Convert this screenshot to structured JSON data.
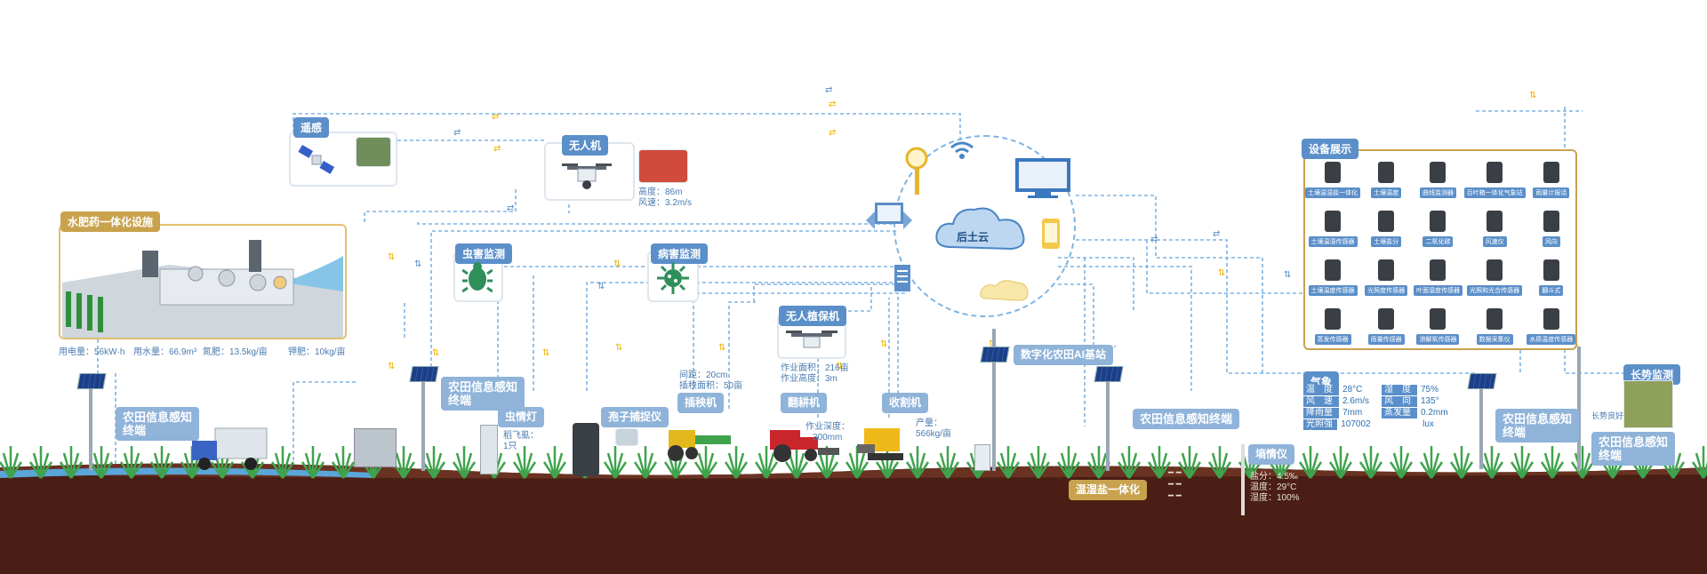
{
  "cloud": {
    "label": "后土云"
  },
  "remote_sensing": {
    "title": "遥感"
  },
  "drone": {
    "title": "无人机",
    "height_label": "高度：",
    "height_value": "86m",
    "wind_label": "风速：",
    "wind_value": "3.2m/s"
  },
  "fertigation": {
    "title": "水肥药一体化设施",
    "stats": [
      {
        "label": "用电量：",
        "value": "56kW·h"
      },
      {
        "label": "用水量：",
        "value": "66.9m³"
      },
      {
        "label": "氮肥：",
        "value": "13.5kg/亩"
      },
      {
        "label": "钾肥：",
        "value": "10kg/亩"
      }
    ]
  },
  "pest_monitor": {
    "title": "虫害监测"
  },
  "disease_monitor": {
    "title": "病害监测"
  },
  "plant_drone": {
    "title": "无人植保机",
    "area_label": "作业面积：",
    "area_value": "216亩",
    "height_label": "作业高度：",
    "height_value": "3m"
  },
  "terminals": {
    "left": "农田信息感知\n终端",
    "mid": "农田信息感知\n终端",
    "center": "农田信息感知终端",
    "right": "农田信息感知\n终端",
    "far_right": "农田信息感知\n终端"
  },
  "insect_lamp": {
    "title": "虫情灯",
    "line1": "稻飞虱：",
    "line2": "1只"
  },
  "spore_trap": {
    "title": "孢子捕捉仪"
  },
  "transplanter": {
    "title": "插秧机",
    "line1_label": "间距：",
    "line1_value": "20cm",
    "line2_label": "插秧面积：",
    "line2_value": "50亩"
  },
  "tiller": {
    "title": "翻耕机",
    "depth_label": "作业深度：",
    "depth_value": "300mm"
  },
  "harvester": {
    "title": "收割机",
    "yield_label": "产量：",
    "yield_value": "566kg/亩"
  },
  "ai_station": {
    "title": "数字化农田AI基站"
  },
  "soil_sensor": {
    "title": "温湿盐一体化"
  },
  "soil_moisture": {
    "title": "墒情仪",
    "salt_label": "盐分：",
    "salt_value": "4.5‰",
    "temp_label": "温度：",
    "temp_value": "29°C",
    "hum_label": "湿度：",
    "hum_value": "100%"
  },
  "weather": {
    "title": "气象",
    "rows": [
      {
        "k1": "温　度",
        "v1": "28°C",
        "k2": "湿　度",
        "v2": "75%"
      },
      {
        "k1": "风　速",
        "v1": "2.6m/s",
        "k2": "风　向",
        "v2": "135°"
      },
      {
        "k1": "降雨量",
        "v1": "7mm",
        "k2": "蒸发量",
        "v2": "0.2mm"
      },
      {
        "k1": "光照强度",
        "v1": "107002",
        "k2": "",
        "v2": "lux"
      }
    ]
  },
  "growth": {
    "title": "长势监测",
    "status": "长势良好"
  },
  "devices": {
    "title": "设备展示",
    "items": [
      "土壤温湿盐一体化",
      "土壤温度",
      "曲线监测器",
      "百叶箱一体化气象站",
      "雨量计报话",
      "土壤温湿传感器",
      "土壤盐分",
      "二氧化碳",
      "风速仪",
      "风向",
      "土壤温度传感器",
      "光照度传感器",
      "叶面湿度传感器",
      "光照和光合传感器",
      "翻斗式",
      "蒸发传感器",
      "雨量传感器",
      "溶解氧传感器",
      "数据采集仪",
      "水质温度传感器"
    ]
  },
  "colors": {
    "brand_blue": "#5b8fc9",
    "gold": "#e2c06f",
    "soil": "#4a1e14",
    "link": "#7eb4e3"
  },
  "icons": [
    "satellite-icon",
    "drone-icon",
    "bug-icon",
    "virus-icon",
    "cloud-icon",
    "monitor-icon",
    "wifi-icon",
    "truck-icon",
    "tractor-icon",
    "harvester-icon",
    "solar-panel-icon",
    "rice-plant-icon"
  ]
}
